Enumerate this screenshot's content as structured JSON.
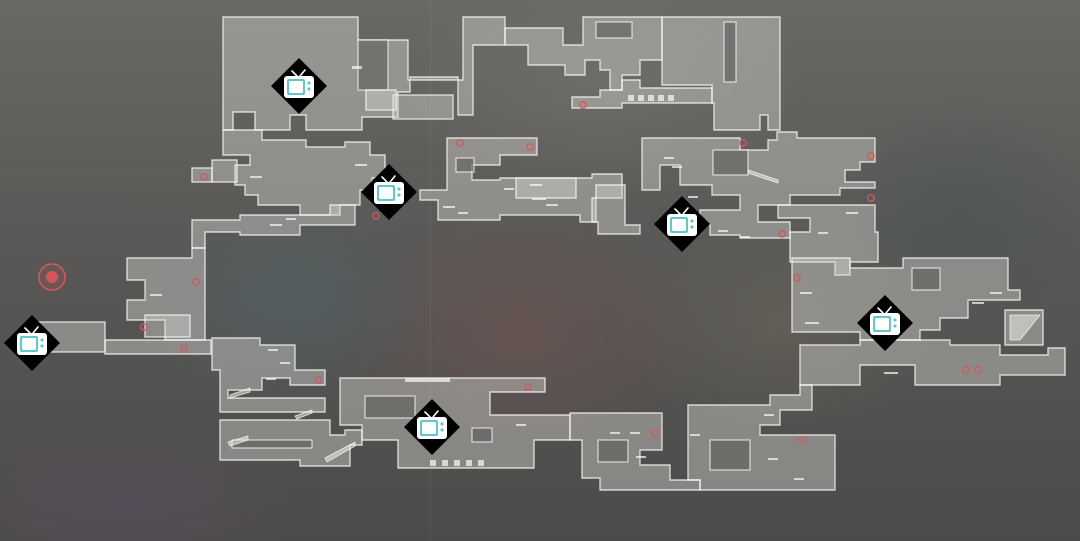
{
  "map": {
    "accent_color": "#62c6cc",
    "marker_color": "#d5575a",
    "room_fill": "rgba(215,214,210,0.42)",
    "room_stroke": "rgba(245,245,242,0.78)",
    "tv_markers": [
      {
        "id": "tv-marker-north",
        "icon": "tv-icon"
      },
      {
        "id": "tv-marker-center-north",
        "icon": "tv-icon"
      },
      {
        "id": "tv-marker-center-east",
        "icon": "tv-icon"
      },
      {
        "id": "tv-marker-east",
        "icon": "tv-icon"
      },
      {
        "id": "tv-marker-west",
        "icon": "tv-icon"
      },
      {
        "id": "tv-marker-south",
        "icon": "tv-icon"
      }
    ],
    "player_marker": {
      "icon": "player-location-icon"
    },
    "collectible_icon": "red-circle-icon"
  }
}
